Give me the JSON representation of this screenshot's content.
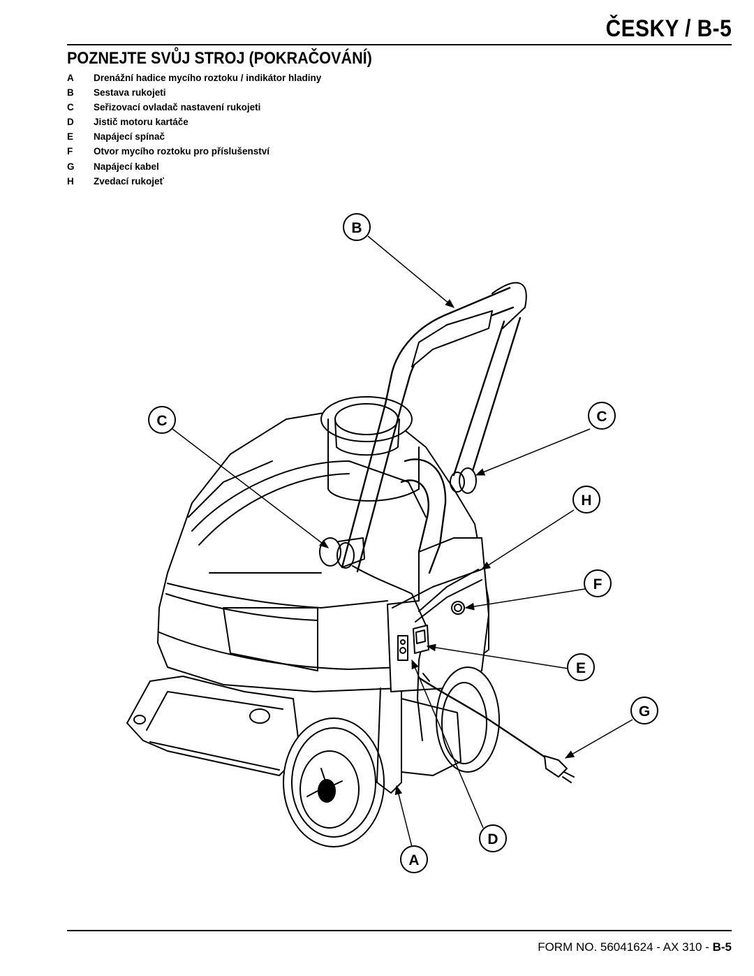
{
  "header": {
    "title": "ČESKY / B-5"
  },
  "section_title": "POZNEJTE SVŮJ STROJ (POKRAČOVÁNÍ)",
  "parts": [
    {
      "letter": "A",
      "text": "Drenážní hadice mycího roztoku / indikátor hladiny"
    },
    {
      "letter": "B",
      "text": "Sestava rukojeti"
    },
    {
      "letter": "C",
      "text": "Seřizovací ovladač nastavení rukojeti"
    },
    {
      "letter": "D",
      "text": "Jistič motoru kartáče"
    },
    {
      "letter": "E",
      "text": "Napájecí spínač"
    },
    {
      "letter": "F",
      "text": "Otvor mycího roztoku pro příslušenství"
    },
    {
      "letter": "G",
      "text": "Napájecí kabel"
    },
    {
      "letter": "H",
      "text": "Zvedací rukojeť"
    }
  ],
  "callouts": {
    "b": "B",
    "c_left": "C",
    "c_right": "C",
    "h": "H",
    "f": "F",
    "e": "E",
    "g": "G",
    "d": "D",
    "a": "A"
  },
  "footer": {
    "prefix": "FORM NO. 56041624 - AX 310 - ",
    "page": "B-5"
  }
}
